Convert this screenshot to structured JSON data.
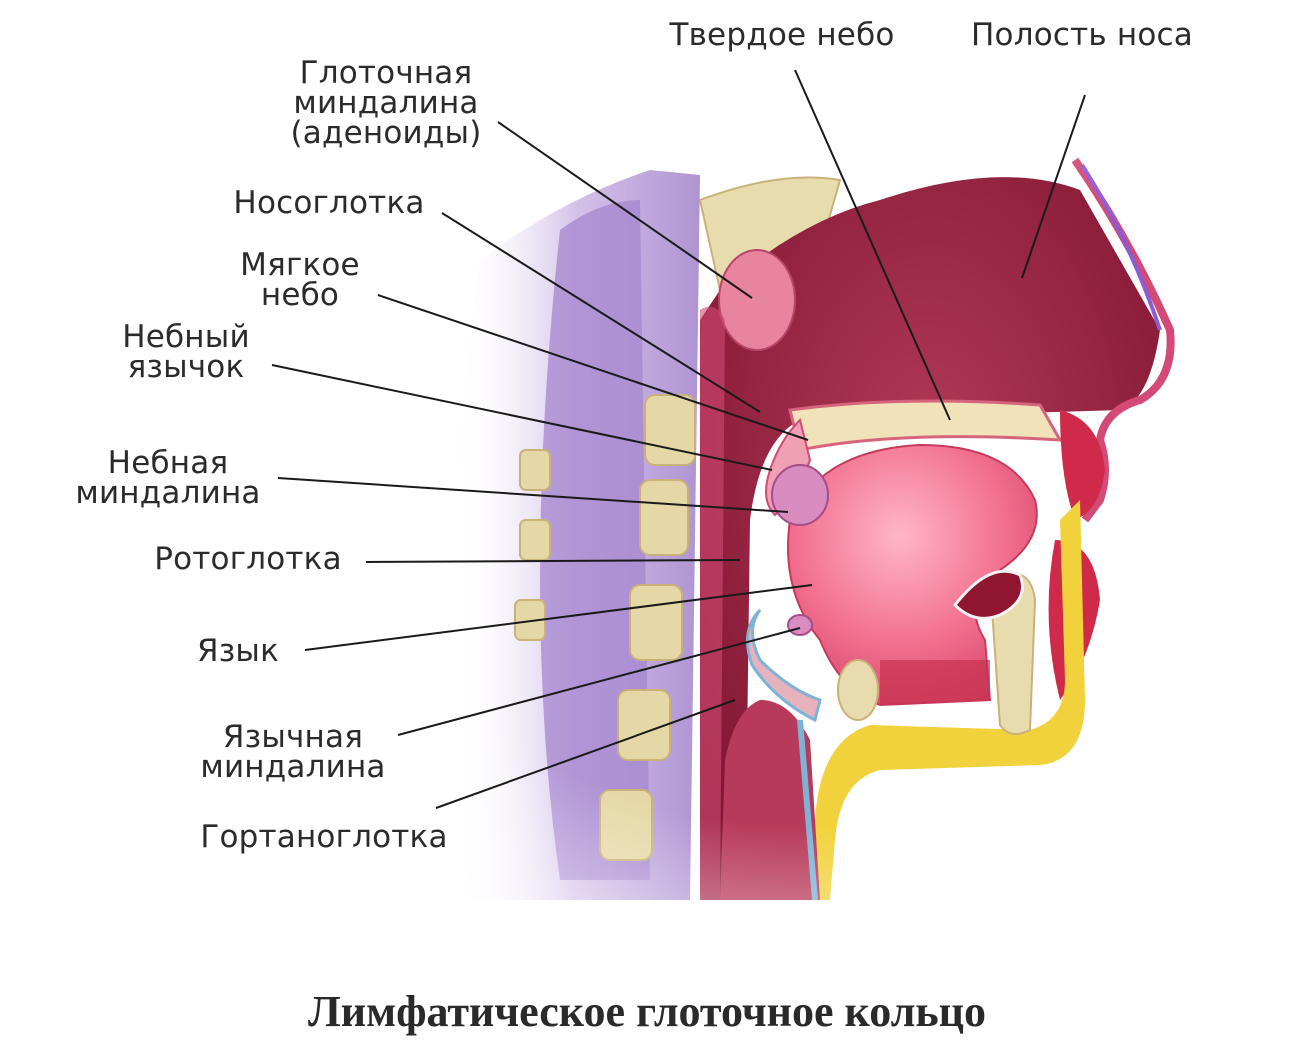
{
  "title": "Лимфатическое глоточное кольцо",
  "labels": {
    "hard_palate": "Твердое небо",
    "nasal_cavity": "Полость носа",
    "pharyngeal_tonsil": [
      "Глоточная",
      "миндалина",
      "(аденоиды)"
    ],
    "nasopharynx": "Носоглотка",
    "soft_palate": [
      "Мягкое",
      "небо"
    ],
    "uvula": [
      "Небный",
      "язычок"
    ],
    "palatine_tonsil": [
      "Небная",
      "миндалина"
    ],
    "oropharynx": "Ротоглотка",
    "tongue": "Язык",
    "lingual_tonsil": [
      "Язычная",
      "миндалина"
    ],
    "laryngopharynx": "Гортаноглотка"
  },
  "colors": {
    "line": "#1a1a1a",
    "text": "#2b2b2b",
    "cavity": "#8e1a36",
    "tongue": "#f07a9a",
    "bone": "#e8dcae",
    "skin": "#f2d23c",
    "spine": "#b8a0d8"
  }
}
